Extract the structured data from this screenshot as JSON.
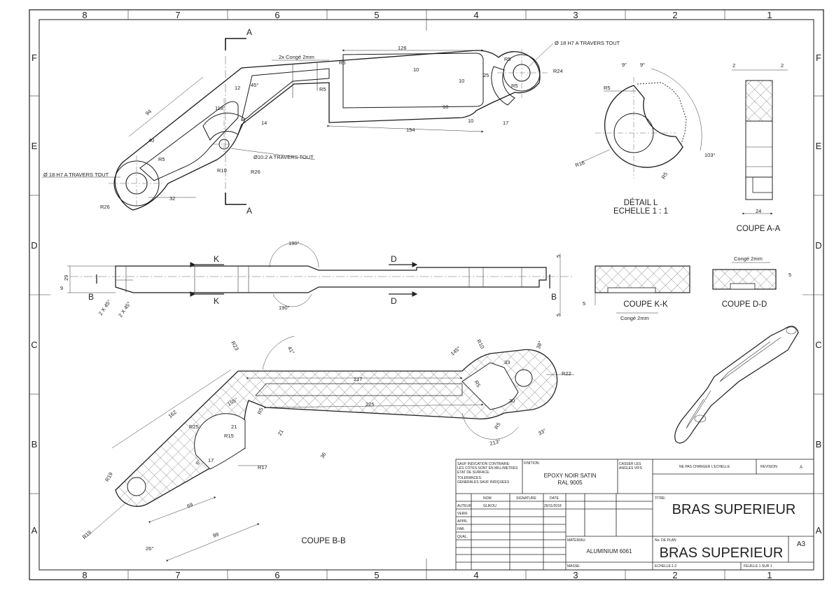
{
  "border": {
    "columns": [
      "8",
      "7",
      "6",
      "5",
      "4",
      "3",
      "2",
      "1"
    ],
    "rows": [
      "F",
      "E",
      "D",
      "C",
      "B",
      "A"
    ]
  },
  "section_labels": {
    "a": "A",
    "b": "B",
    "k": "K",
    "d": "D"
  },
  "top_view": {
    "annotations": {
      "fillet_2x": "2x Congé 2mm",
      "hole_right": "Ø 18 H7 A TRAVERS TOUT",
      "hole_left": "Ø 18 H7 A TRAVERS TOUT",
      "hole_mid": "Ø10.2 A TRAVERS TOUT"
    },
    "dims": {
      "d126": "126",
      "d154": "154",
      "d94": "94",
      "d40": "40",
      "d32": "32",
      "d17": "17",
      "d12": "12",
      "d14": "14",
      "d10a": "10",
      "d10b": "10",
      "d10c": "10",
      "d10d": "10",
      "d25": "25",
      "d118": "118°",
      "d45": "45°",
      "r5a": "R5",
      "r5b": "R5",
      "r5c": "R5",
      "r5d": "R5",
      "r5e": "R5",
      "r10": "R10",
      "r24": "R24",
      "r26a": "R26",
      "r26b": "R26"
    }
  },
  "detail_l": {
    "title_1": "DÉTAIL L",
    "title_2": "ECHELLE 1 : 1",
    "dims": {
      "r5a": "R5",
      "r5b": "R5",
      "r16": "R16",
      "a103": "103°",
      "a9a": "9°",
      "a9b": "9°"
    }
  },
  "coupe_aa": {
    "label": "COUPE A-A",
    "dims": {
      "d2a": "2",
      "d2b": "2",
      "d24": "24"
    }
  },
  "side_view": {
    "dims": {
      "a190a": "190°",
      "a190b": "190°",
      "d29": "29",
      "d9": "9",
      "d5a": "5",
      "d5b": "5",
      "ch1": "2 X 45°",
      "ch2": "2 X 45°"
    }
  },
  "coupe_kk": {
    "label": "COUPE K-K",
    "note": "Congé 2mm",
    "dim": "5"
  },
  "coupe_dd": {
    "label": "COUPE D-D",
    "note": "Congé 2mm",
    "dim": "5"
  },
  "coupe_bb": {
    "label": "COUPE B-B",
    "dims": {
      "d217": "217",
      "d225": "225",
      "d162": "162",
      "d69": "69",
      "d99": "99",
      "d21a": "21",
      "d21b": "21",
      "d36": "36",
      "d17": "17",
      "d30": "30",
      "d33": "33",
      "a41": "41°",
      "a145": "145°",
      "a38": "38°",
      "a213": "213°",
      "a33": "33°",
      "a26": "26°",
      "a155": "155°",
      "a9": "9°",
      "r23": "R23",
      "r22": "R22",
      "r19": "R19",
      "r17": "R17",
      "r10": "R10",
      "r5a": "R5",
      "r5b": "R5",
      "r5c": "R5",
      "r25": "R25",
      "r15": "R15"
    }
  },
  "title_block": {
    "notes": [
      "SAUF INDICATION CONTRAIRE:",
      "LES COTES SONT EN MILLIMETRES",
      "ETAT DE SURFACE:",
      "TOLERANCES:",
      "GENERALES SAUF INDIQUEES"
    ],
    "finish_label": "FINITION:",
    "finish_1": "EPOXY NOIR SATIN",
    "finish_2": "RAL 9005",
    "edges_1": "CASSER LES",
    "edges_2": "ANGLES VIFS",
    "no_scale": "NE PAS CHANGER L'ECHELLE",
    "revision_label": "REVISION",
    "revision": "A",
    "col_nom": "NOM",
    "col_signature": "SIGNATURE",
    "col_date": "DATE",
    "roles": [
      "AUTEUR",
      "VERIF.",
      "APPR.",
      "FAB.",
      "QUAL."
    ],
    "author": "GLIKOU",
    "date": "26/11/2018",
    "title_label": "TITRE:",
    "title": "BRAS SUPERIEUR",
    "material_label": "MATERIAU:",
    "material": "ALUMINIUM 6061",
    "plan_label": "No. DE PLAN",
    "plan": "BRAS SUPERIEUR",
    "format": "A3",
    "mass_label": "MASSE:",
    "scale": "ECHELLE:1:2",
    "sheet": "FEUILLE 1 SUR 1"
  }
}
